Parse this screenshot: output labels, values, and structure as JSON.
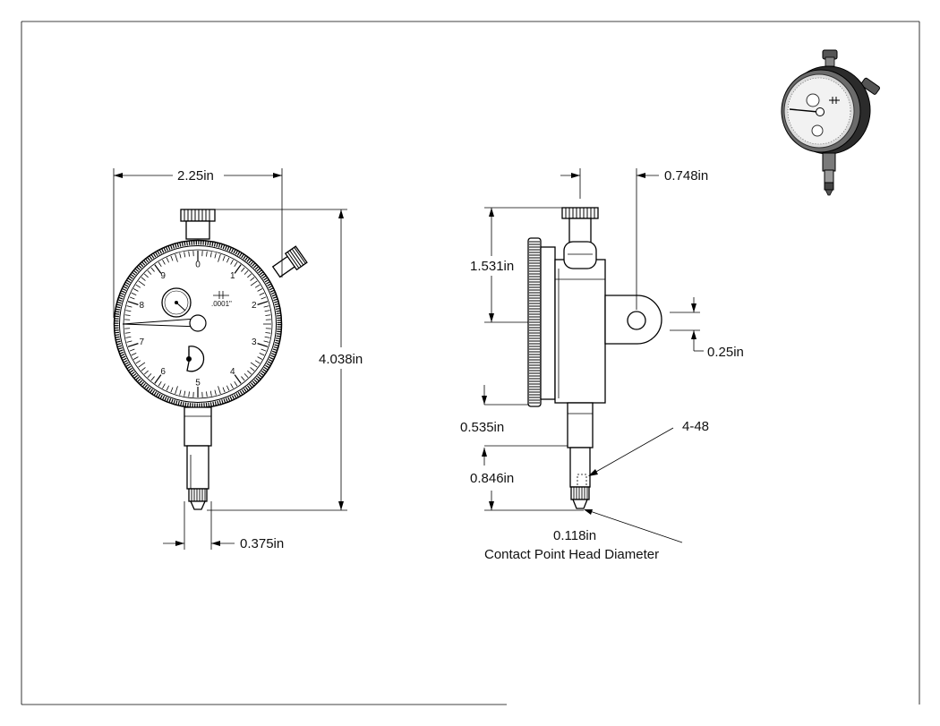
{
  "front_view": {
    "dial_numbers": [
      "0",
      "1",
      "2",
      "3",
      "4",
      "5",
      "6",
      "7",
      "8",
      "9"
    ],
    "resolution": ".0001\""
  },
  "dimensions": {
    "width": "2.25in",
    "height": "4.038in",
    "stem": "0.375in",
    "lug_offset": "0.748in",
    "upper_height": "1.531in",
    "lug_hole": "0.25in",
    "stem_lower": "0.535in",
    "point_length": "0.846in",
    "thread": "4-48",
    "contact_diameter": "0.118in",
    "contact_caption": "Contact Point Head Diameter"
  }
}
